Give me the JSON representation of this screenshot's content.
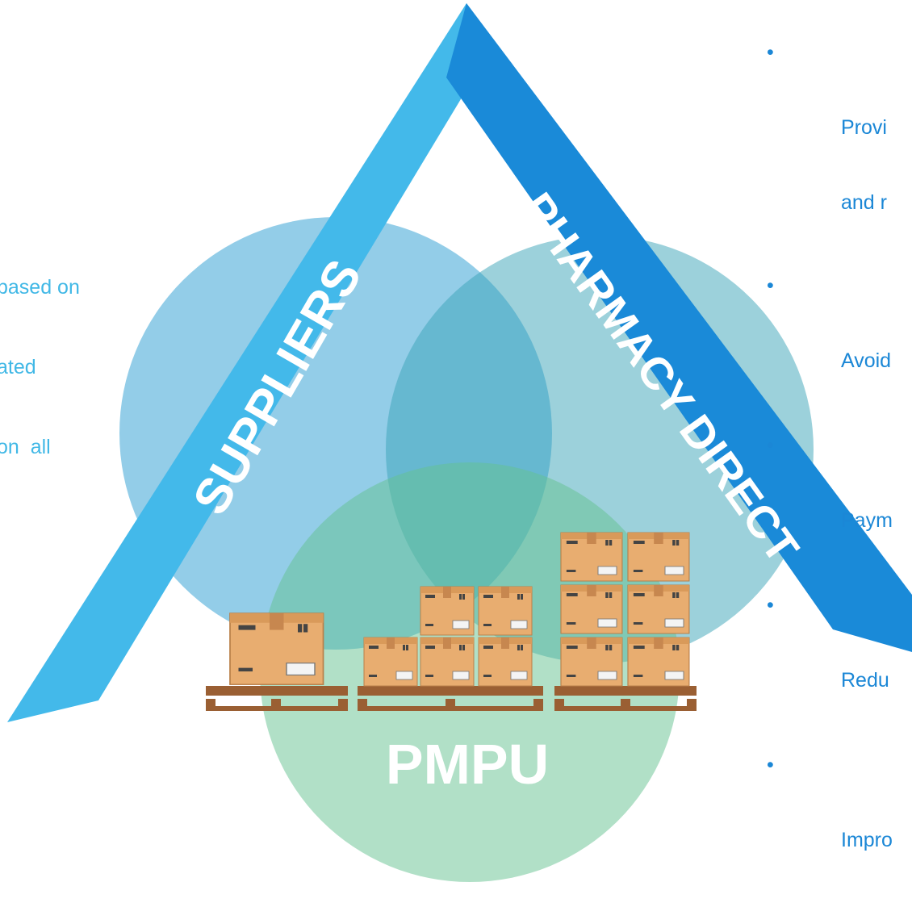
{
  "diagram": {
    "labels": {
      "suppliers": "SUPPLIERS",
      "pharmacy_direct": "PHARMACY DIRECT",
      "pmpu": "PMPU"
    },
    "left_text_lines": [
      "based on",
      "ated",
      "on  all"
    ],
    "bullet_marker": "•",
    "bullets": [
      {
        "lines": [
          "Provi",
          "and r"
        ]
      },
      {
        "lines": [
          "Avoid"
        ]
      },
      {
        "lines": [
          "Paym"
        ]
      },
      {
        "lines": [
          "Redu"
        ]
      },
      {
        "lines": [
          "Impro"
        ]
      }
    ],
    "colors": {
      "suppliers_band": "#43b9ea",
      "pharmacy_band": "#1a8ad8",
      "circle_left": "#3ea6d6",
      "circle_right": "#3aa3b7",
      "circle_bottom": "#64c28f",
      "left_text": "#41b8e6",
      "bullet_text": "#1b87d6",
      "box": "#e7ac6e",
      "pallet": "#9a5f33"
    },
    "icons": [
      "cardboard-box-icon",
      "wooden-pallet-icon"
    ]
  }
}
